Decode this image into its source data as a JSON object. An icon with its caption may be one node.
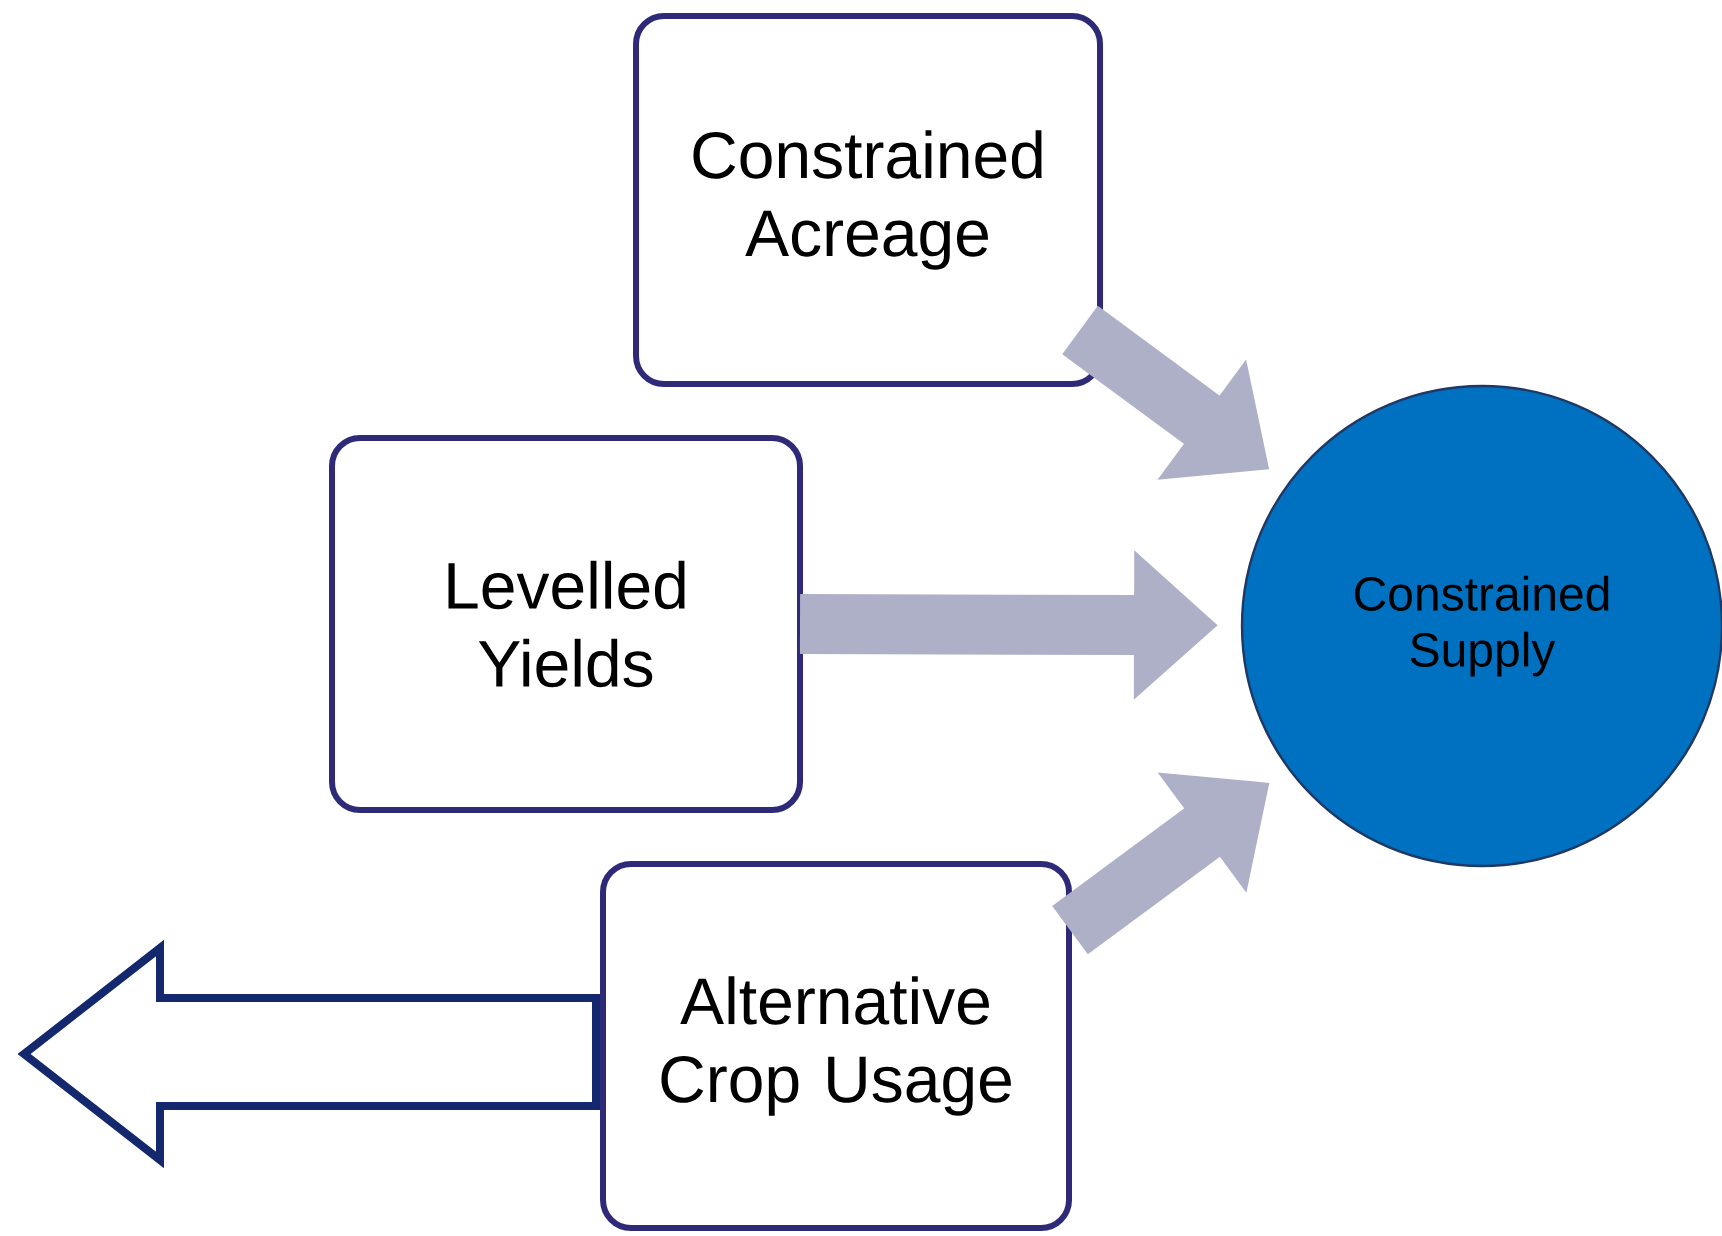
{
  "diagram": {
    "nodes": [
      {
        "text": [
          "Constrained Acreage"
        ]
      },
      {
        "text": [
          "Levelled Yields"
        ]
      },
      {
        "text": [
          "Alternative Crop Usage"
        ]
      },
      {
        "text": [
          "Constrained Supply"
        ]
      }
    ],
    "edges": [
      {
        "from": 0,
        "to": 3,
        "arrow": "to"
      },
      {
        "from": 1,
        "to": 3,
        "arrow": "to"
      },
      {
        "from": 2,
        "to": 3,
        "arrow": "to"
      },
      {
        "from": 2,
        "to": null,
        "arrow": "to",
        "color": "#14286e"
      }
    ]
  }
}
